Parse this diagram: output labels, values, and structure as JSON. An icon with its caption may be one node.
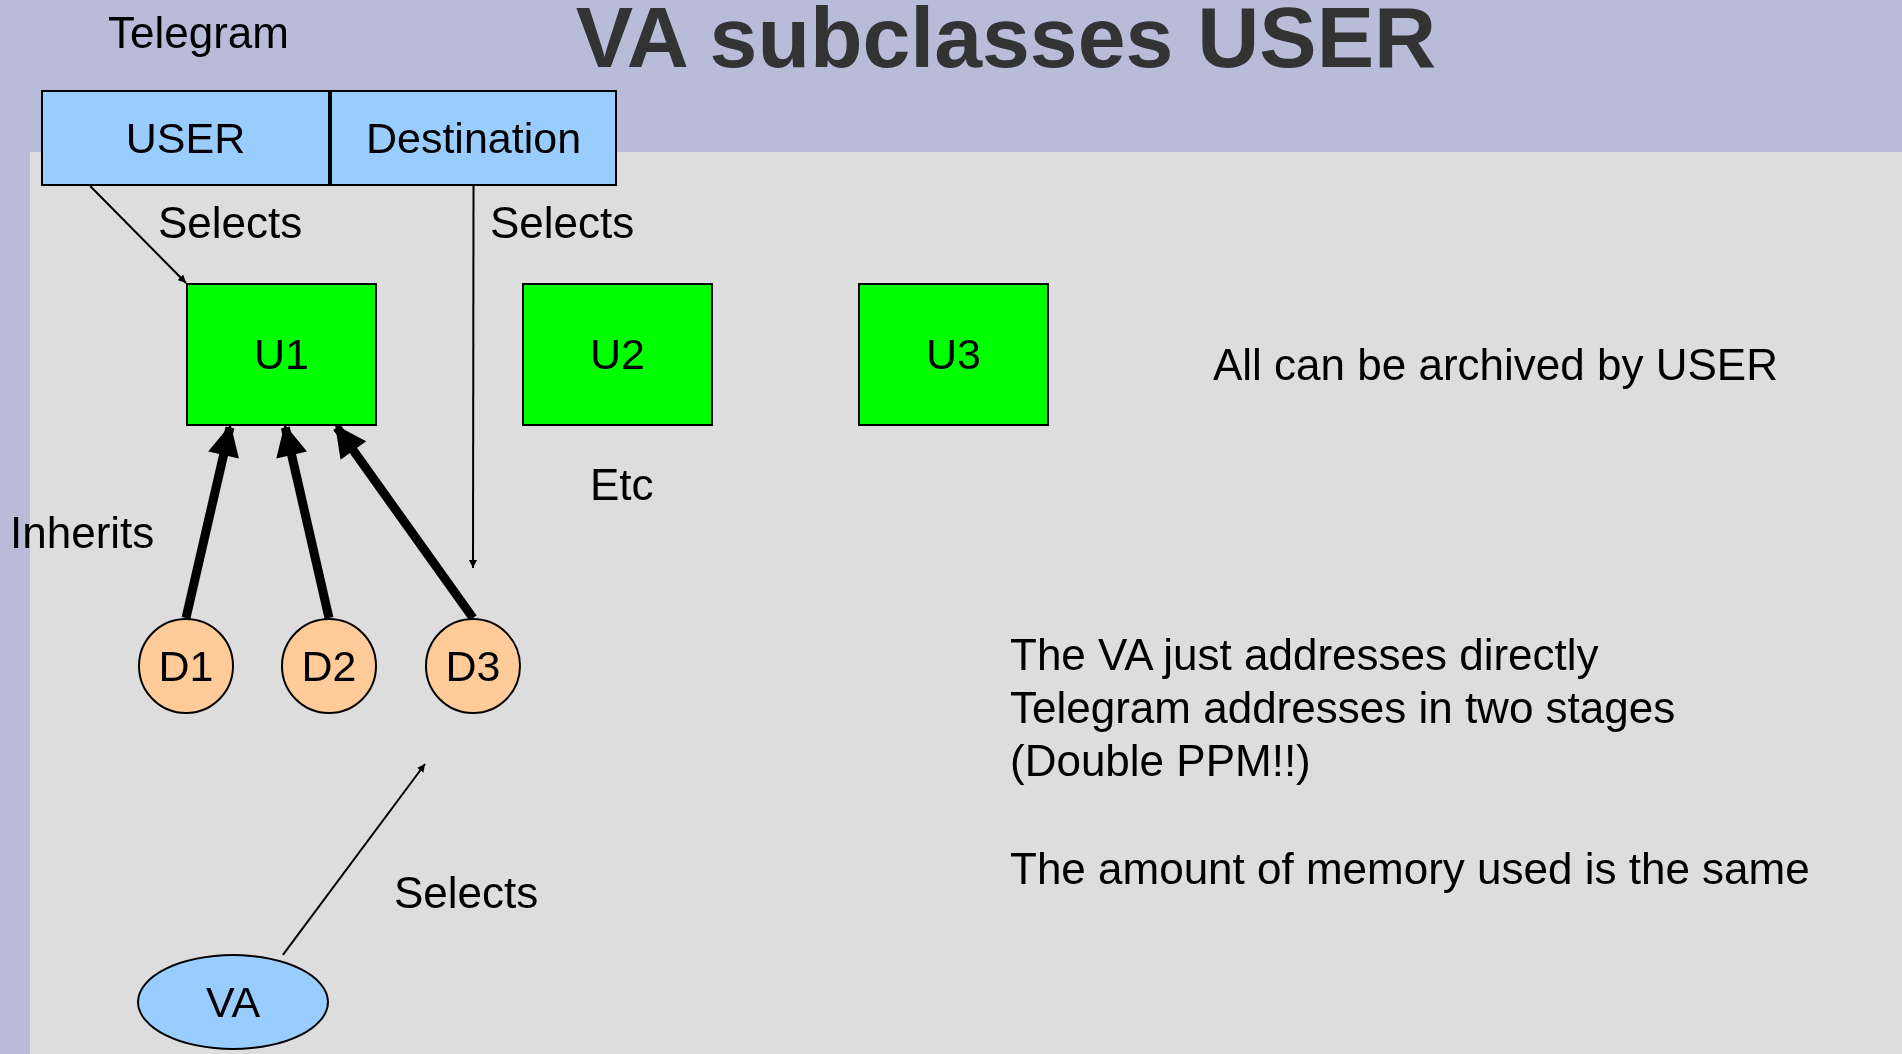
{
  "diagram": {
    "title": "VA subclasses USER",
    "nodes": [
      {
        "text": [
          "USER"
        ]
      },
      {
        "text": [
          "Destination"
        ]
      },
      {
        "text": [
          "U1"
        ]
      },
      {
        "text": [
          "U2"
        ]
      },
      {
        "text": [
          "U3"
        ]
      },
      {
        "text": [
          "D1"
        ]
      },
      {
        "text": [
          "D2"
        ]
      },
      {
        "text": [
          "D3"
        ]
      },
      {
        "text": [
          "VA"
        ]
      }
    ],
    "edges": [
      {
        "from": 0,
        "to": 2,
        "arrow": "to"
      },
      {
        "from": 1,
        "to": null,
        "arrow": "to"
      },
      {
        "from": 5,
        "to": 2,
        "arrow": "to",
        "style": "thick"
      },
      {
        "from": 6,
        "to": 2,
        "arrow": "to",
        "style": "thick"
      },
      {
        "from": 7,
        "to": 2,
        "arrow": "to",
        "style": "thick"
      },
      {
        "from": 8,
        "to": null,
        "arrow": "to"
      }
    ],
    "labels": [
      "Telegram",
      "Selects",
      "Selects",
      "All can be archived by USER",
      "Etc",
      "Inherits",
      "The VA just addresses directly Telegram addresses in two stages (Double PPM!!)",
      "Selects",
      "The amount of memory used is the same"
    ]
  }
}
